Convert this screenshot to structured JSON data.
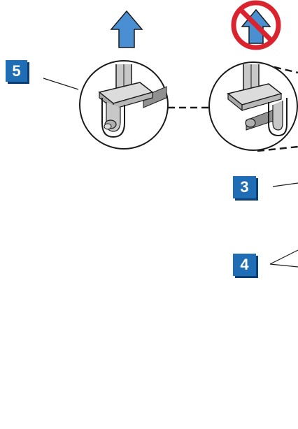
{
  "callouts": [
    {
      "id": "5",
      "label": "5"
    },
    {
      "id": "3",
      "label": "3"
    },
    {
      "id": "4",
      "label": "4"
    }
  ],
  "colors": {
    "callout_fill": "#1f6eb5",
    "callout_shadow": "#0b3f73",
    "arrow_fill": "#4a8fd2",
    "prohibit_red": "#d9232e",
    "part_gray": "#c8c8c8",
    "part_dark": "#909090",
    "line": "#1a1a1a"
  },
  "icons": {
    "allowed_direction": "up-arrow-icon",
    "prohibited_direction": "no-up-arrow-icon"
  }
}
